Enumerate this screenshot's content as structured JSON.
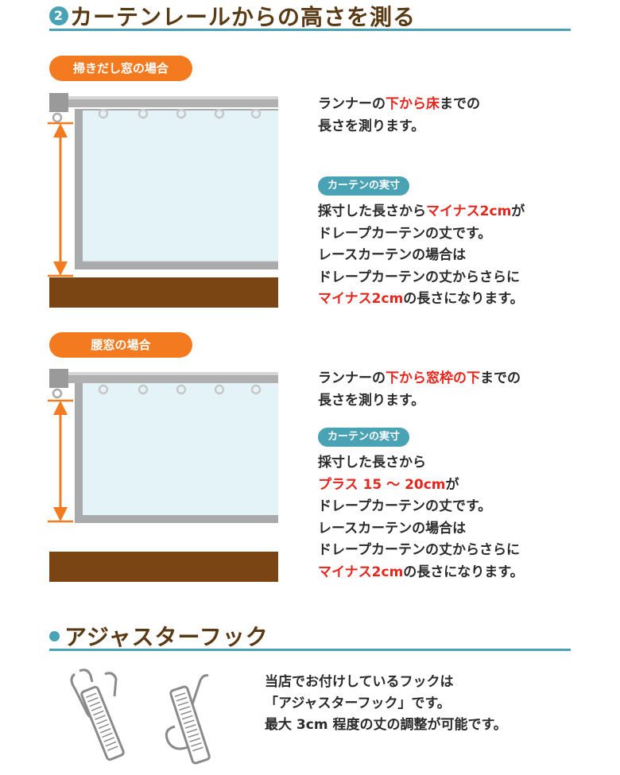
{
  "section1": {
    "number": "2",
    "title": "カーテンレールからの高さを測る",
    "case_floor": {
      "badge": "掃きだし窓の場合",
      "measure_lines": [
        [
          {
            "t": "ランナーの"
          },
          {
            "t": "下から床",
            "red": true
          },
          {
            "t": "までの"
          }
        ],
        [
          {
            "t": "長さを測ります。"
          }
        ]
      ],
      "actual_badge": "カーテンの実寸",
      "actual_lines": [
        [
          {
            "t": "採寸した長さから"
          },
          {
            "t": "マイナス2cm",
            "red": true
          },
          {
            "t": "が"
          }
        ],
        [
          {
            "t": "ドレープカーテンの丈です。"
          }
        ],
        [
          {
            "t": "レースカーテンの場合は"
          }
        ],
        [
          {
            "t": "ドレープカーテンの丈からさらに"
          }
        ],
        [
          {
            "t": "マイナス2cm",
            "red": true
          },
          {
            "t": "の長さになります。"
          }
        ]
      ]
    },
    "case_waist": {
      "badge": "腰窓の場合",
      "measure_lines": [
        [
          {
            "t": "ランナーの"
          },
          {
            "t": "下から窓枠の下",
            "red": true
          },
          {
            "t": "までの"
          }
        ],
        [
          {
            "t": "長さを測ります。"
          }
        ]
      ],
      "actual_badge": "カーテンの実寸",
      "actual_lines": [
        [
          {
            "t": "採寸した長さから"
          }
        ],
        [
          {
            "t": "プラス 15 〜 20cm",
            "red": true
          },
          {
            "t": "が"
          }
        ],
        [
          {
            "t": "ドレープカーテンの丈です。"
          }
        ],
        [
          {
            "t": "レースカーテンの場合は"
          }
        ],
        [
          {
            "t": "ドレープカーテンの丈からさらに"
          }
        ],
        [
          {
            "t": "マイナス2cm",
            "red": true
          },
          {
            "t": "の長さになります。"
          }
        ]
      ]
    }
  },
  "section2": {
    "title": "アジャスターフック",
    "lines": [
      "当店でお付けしているフックは",
      "「アジャスターフック」です。",
      "最大 3cm 程度の丈の調整が可能です。"
    ]
  },
  "colors": {
    "orange": "#f47a1f",
    "teal": "#4aa3b5",
    "brown_title": "#5a3a14",
    "floor": "#7a4512",
    "glass": "#e3f3f7",
    "highlight": "#e8251c"
  }
}
